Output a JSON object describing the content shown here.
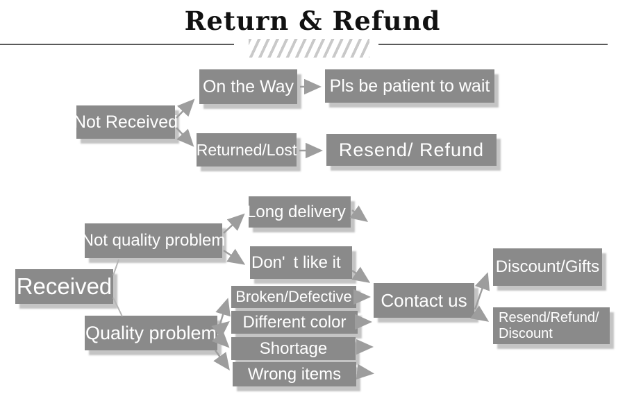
{
  "title": "Return & Refund",
  "colors": {
    "box_gray": "#8a8a8a",
    "text_white": "#ffffff",
    "arrow_gray": "#9d9d9d",
    "title_black": "#111111",
    "divider_gray": "#5a5a5a",
    "hatch_gray": "#c9c9c9"
  },
  "nodes": {
    "not_received": "Not Received",
    "on_the_way": "On the Way",
    "pls_wait": "Pls be patient to wait",
    "returned_lost": "Returned/Lost",
    "resend_refund": "Resend/ Refund",
    "received": "Received",
    "not_quality_problem": "Not quality problem",
    "long_delivery": "Long delivery",
    "dont_like_it": "Don' t like it",
    "quality_problem": "Quality problem",
    "broken_defective": "Broken/Defective",
    "different_color": "Different color",
    "shortage": "Shortage",
    "wrong_items": "Wrong items",
    "contact_us": "Contact us",
    "discount_gifts": "Discount/Gifts",
    "resend_refund_discount": "Resend/Refund/ Discount"
  }
}
